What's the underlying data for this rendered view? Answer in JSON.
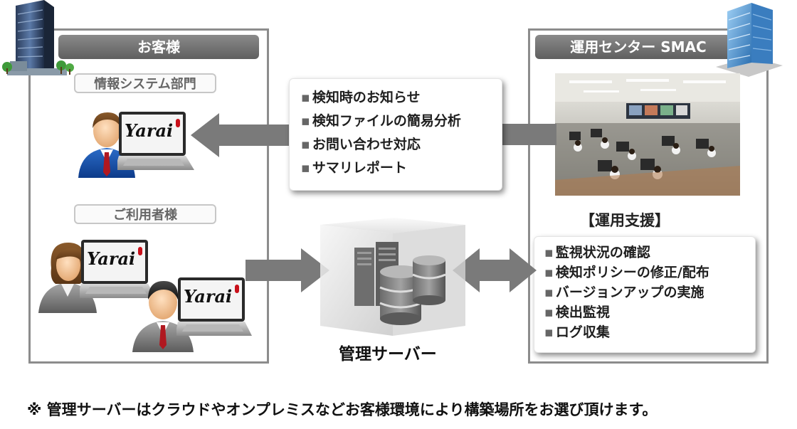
{
  "customer": {
    "title": "お客様",
    "it_department_label": "情報システム部門",
    "users_label": "ご利用者様",
    "laptop_brand": "Yarai"
  },
  "center": {
    "title": "運用センター SMAC",
    "support_heading": "【運用支援】",
    "support_items": [
      "監視状況の確認",
      "検知ポリシーの修正/配布",
      "バージョンアップの実施",
      "検出監視",
      "ログ収集"
    ]
  },
  "services": {
    "items": [
      "検知時のお知らせ",
      "検知ファイルの簡易分析",
      "お問い合わせ対応",
      "サマリレポート"
    ]
  },
  "server": {
    "label": "管理サーバー"
  },
  "footnote": "※ 管理サーバーはクラウドやオンプレミスなどお客様環境により構築場所をお選び頂けます。",
  "colors": {
    "panel_border": "#8c8c8c",
    "title_bar": "#6e6e6e",
    "arrow": "#7a7a7a",
    "tie_red": "#b01820",
    "laptop_screen": "#f4f4f4",
    "person_suit": "#7d7d7d"
  }
}
